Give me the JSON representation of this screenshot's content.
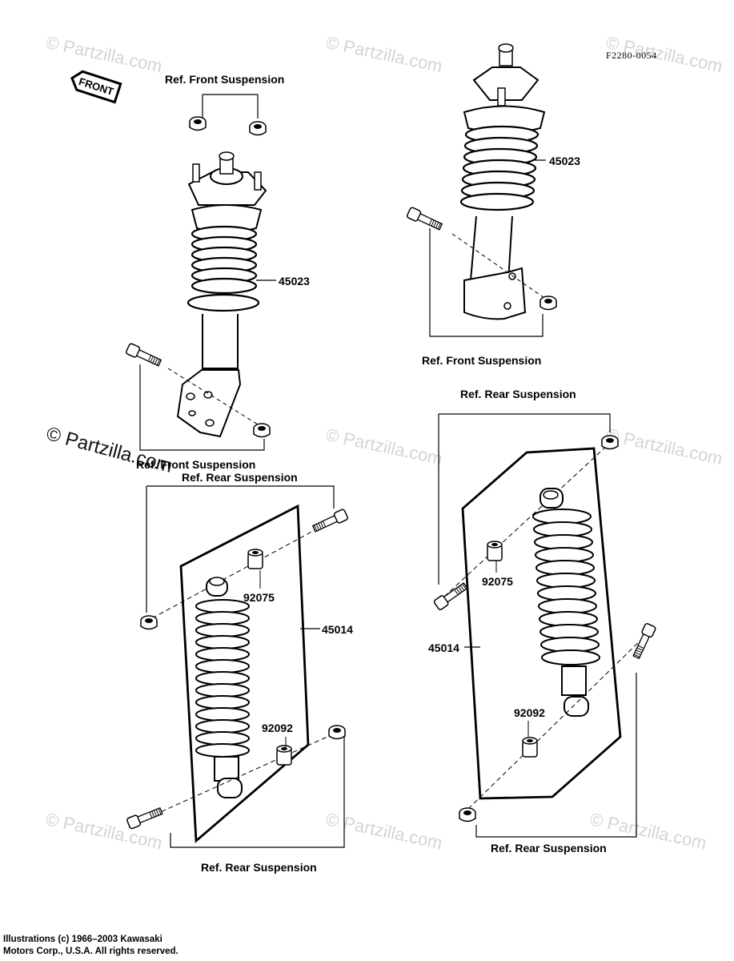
{
  "diagram": {
    "code": "F2280-0054",
    "front_label": "FRONT",
    "labels": {
      "ref_front_top": "Ref. Front Suspension",
      "ref_front_left": "Ref. Front Suspension",
      "ref_front_right": "Ref. Front Suspension",
      "ref_rear_left_top": "Ref. Rear Suspension",
      "ref_rear_left_bottom": "Ref. Rear Suspension",
      "ref_rear_right_top": "Ref. Rear Suspension",
      "ref_rear_right_bottom": "Ref. Rear Suspension"
    },
    "part_numbers": {
      "front_shock_left": "45023",
      "front_shock_right": "45023",
      "rear_shock_left": "45014",
      "rear_shock_right": "45014",
      "bushing_upper_left": "92075",
      "bushing_upper_right": "92075",
      "bushing_lower_left": "92092",
      "bushing_lower_right": "92092"
    },
    "watermark": "© Partzilla.com",
    "copyright_line1": "Illustrations (c) 1966–2003 Kawasaki",
    "copyright_line2": "Motors Corp., U.S.A.  All rights reserved."
  }
}
